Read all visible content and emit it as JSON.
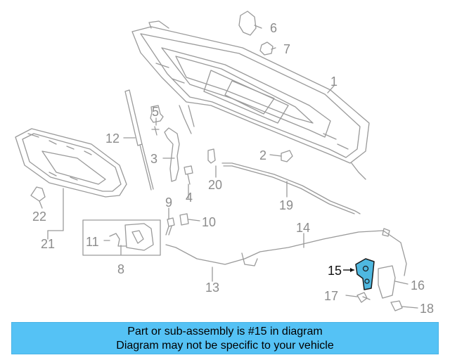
{
  "callouts": {
    "c1": "1",
    "c2": "2",
    "c3": "3",
    "c4": "4",
    "c5": "5",
    "c6": "6",
    "c7": "7",
    "c8": "8",
    "c9": "9",
    "c10": "10",
    "c11": "11",
    "c12": "12",
    "c13": "13",
    "c14": "14",
    "c15": "15",
    "c16": "16",
    "c17": "17",
    "c18": "18",
    "c19": "19",
    "c20": "20",
    "c21": "21",
    "c22": "22"
  },
  "highlight_part": "15",
  "colors": {
    "line": "#9a9a9a",
    "highlight_fill": "#4fb8e0",
    "highlight_stroke": "#1a1a1a",
    "banner": "#55c2f5"
  },
  "banner": {
    "line1": "Part or sub-assembly is #15 in diagram",
    "line2": "Diagram may not be specific to your vehicle"
  }
}
